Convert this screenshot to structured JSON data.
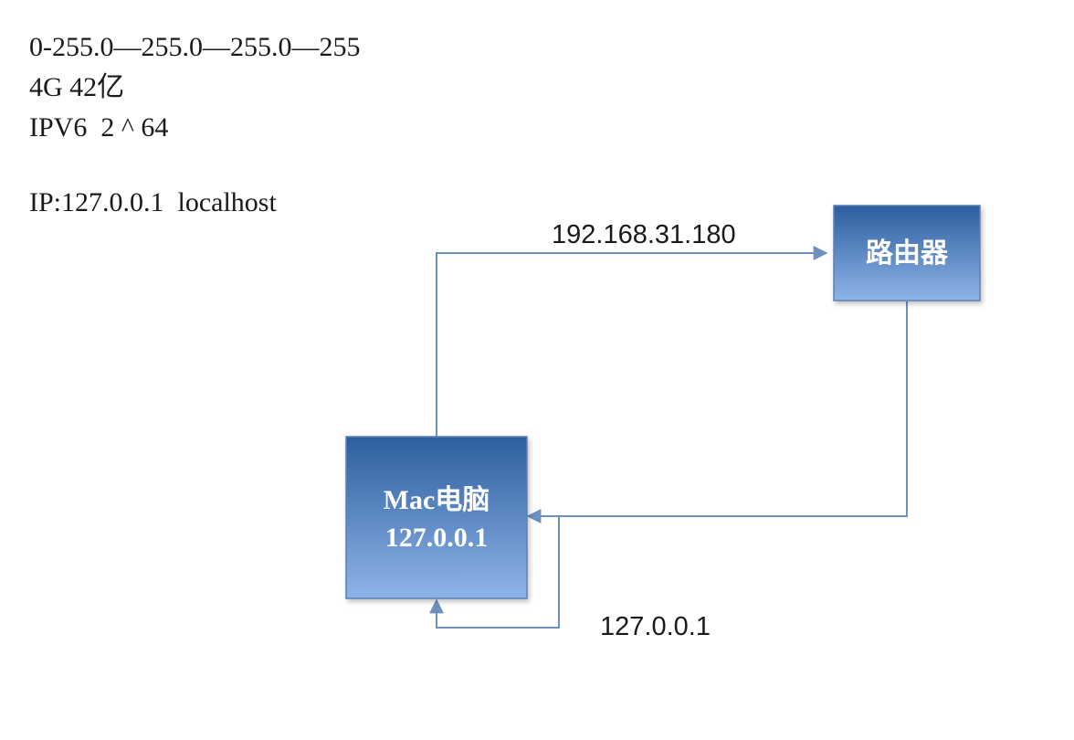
{
  "notes": {
    "line1": "0-255.0—255.0—255.0—255",
    "line2": "4G 42亿",
    "line3": "IPV6  2 ^ 64",
    "line4": "IP:127.0.0.1  localhost"
  },
  "diagram": {
    "router": {
      "label": "路由器"
    },
    "mac": {
      "label_line1": "Mac电脑",
      "label_line2": "127.0.0.1"
    },
    "edges": {
      "mac_to_router": {
        "label": "192.168.31.180"
      },
      "loopback": {
        "label": "127.0.0.1"
      }
    }
  },
  "colors": {
    "box_top": "#2d5e9e",
    "box_bottom": "#8eb4e8",
    "connector": "#6f8fbf"
  }
}
